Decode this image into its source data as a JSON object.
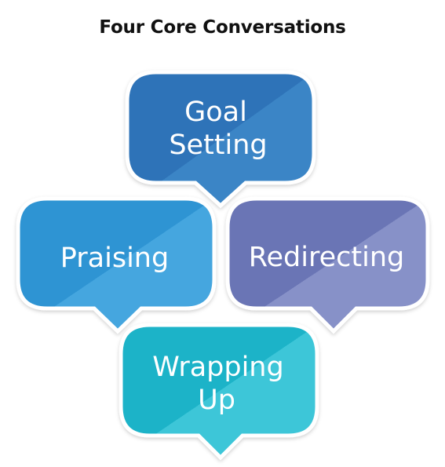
{
  "title": "Four Core Conversations",
  "bubbles": [
    {
      "id": "goal-setting",
      "lines": [
        "Goal",
        "Setting"
      ],
      "color_main": "#2D73B8",
      "color_light": "#3A85C6"
    },
    {
      "id": "praising",
      "lines": [
        "Praising"
      ],
      "color_main": "#2F94D3",
      "color_light": "#45A6DF"
    },
    {
      "id": "redirecting",
      "lines": [
        "Redirecting"
      ],
      "color_main": "#6B75B5",
      "color_light": "#8791C8"
    },
    {
      "id": "wrapping-up",
      "lines": [
        "Wrapping",
        "Up"
      ],
      "color_main": "#1DB3C8",
      "color_light": "#3EC6D8"
    }
  ]
}
